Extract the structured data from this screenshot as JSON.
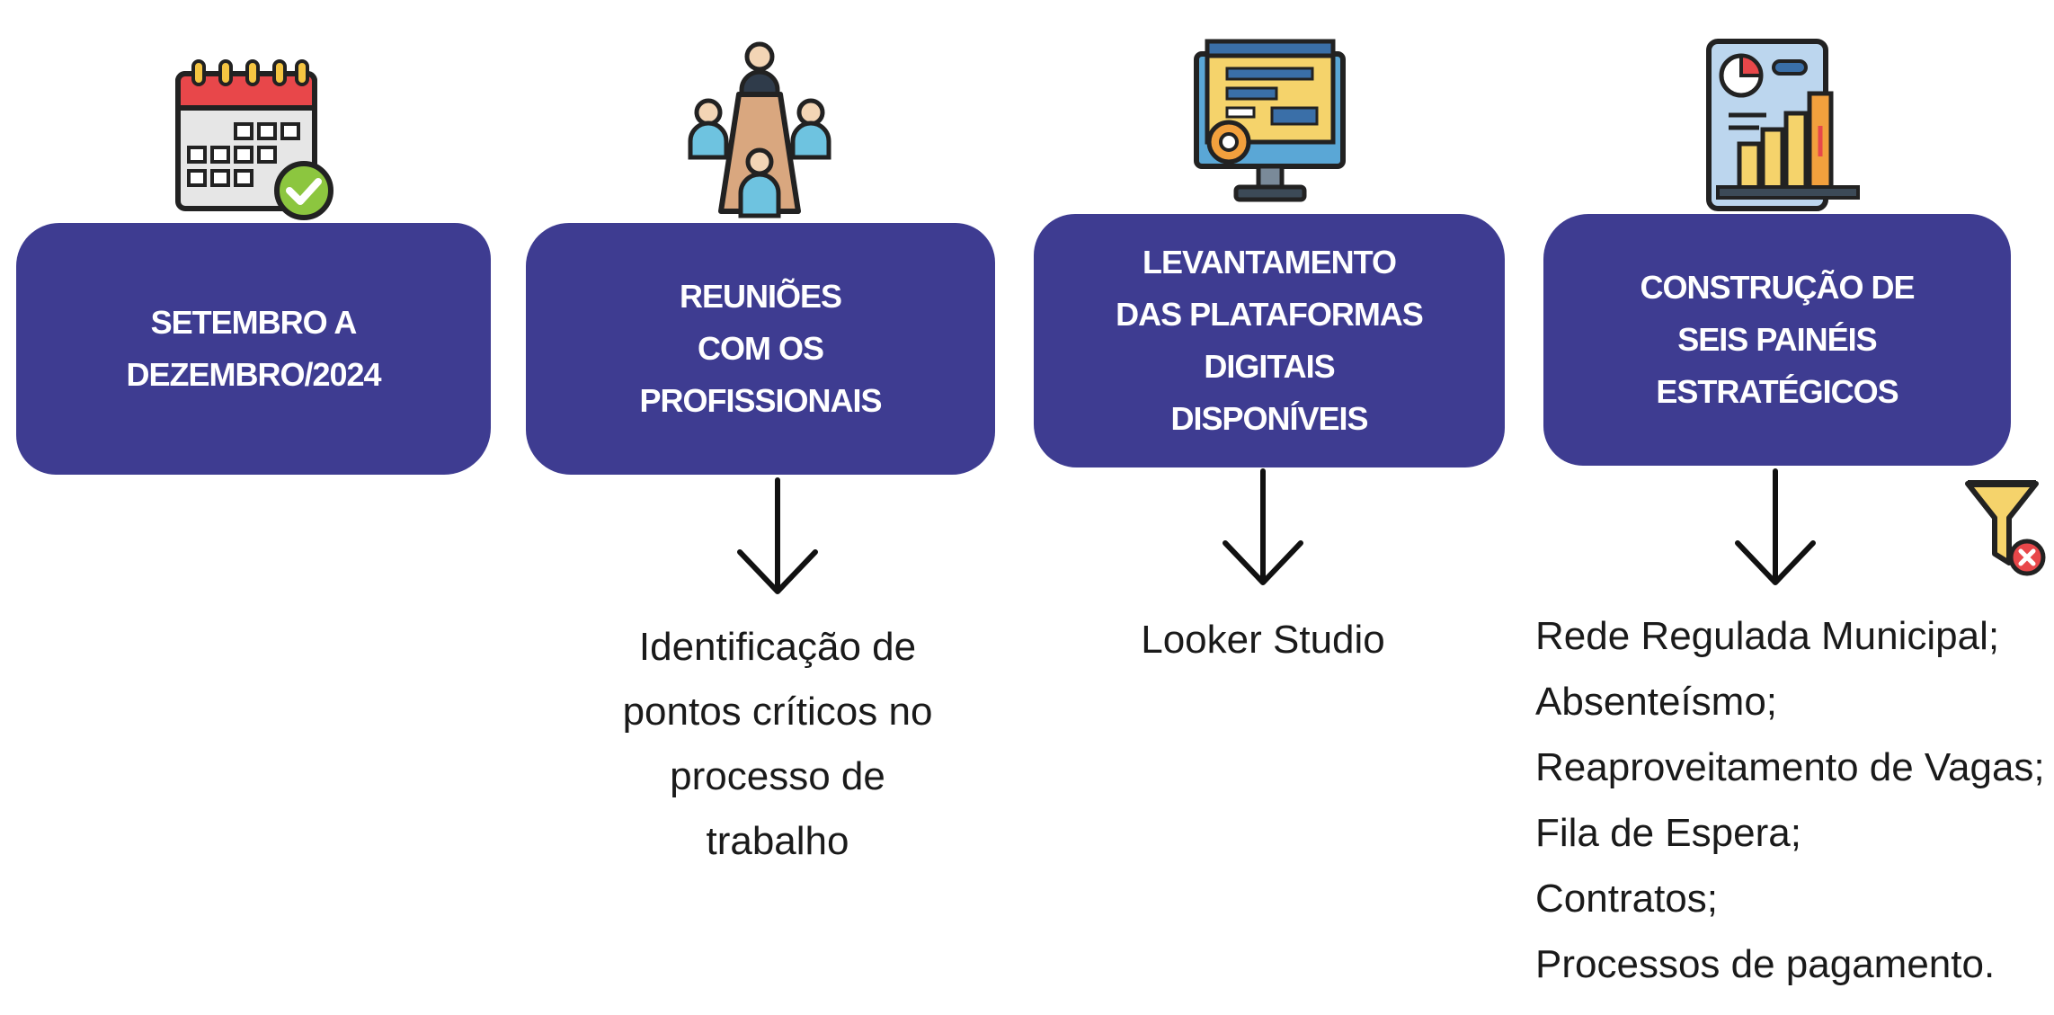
{
  "steps": [
    {
      "title_lines": [
        "SETEMBRO A",
        "DEZEMBRO/2024"
      ],
      "icon": "calendar-check-icon"
    },
    {
      "title_lines": [
        "REUNIÕES",
        "COM OS",
        "PROFISSIONAIS"
      ],
      "icon": "meeting-icon",
      "note_lines": [
        "Identificação de",
        "pontos críticos no",
        "processo de",
        "trabalho"
      ]
    },
    {
      "title_lines": [
        "LEVANTAMENTO",
        "DAS PLATAFORMAS",
        "DIGITAIS",
        "DISPONÍVEIS"
      ],
      "icon": "web-platform-monitor-icon",
      "note_lines": [
        "Looker Studio"
      ]
    },
    {
      "title_lines": [
        "CONSTRUÇÃO DE",
        "SEIS PAINÉIS",
        "ESTRATÉGICOS"
      ],
      "icon": "dashboard-report-icon",
      "list_items": [
        "Rede Regulada Municipal;",
        "Absenteísmo;",
        "Reaproveitamento de Vagas;",
        "Fila de Espera;",
        "Contratos;",
        "Processos de pagamento."
      ]
    }
  ],
  "extra_icon": "filter-remove-icon",
  "colors": {
    "box": "#3e3c91",
    "box_text": "#ffffff",
    "text": "#1a1a1a"
  }
}
